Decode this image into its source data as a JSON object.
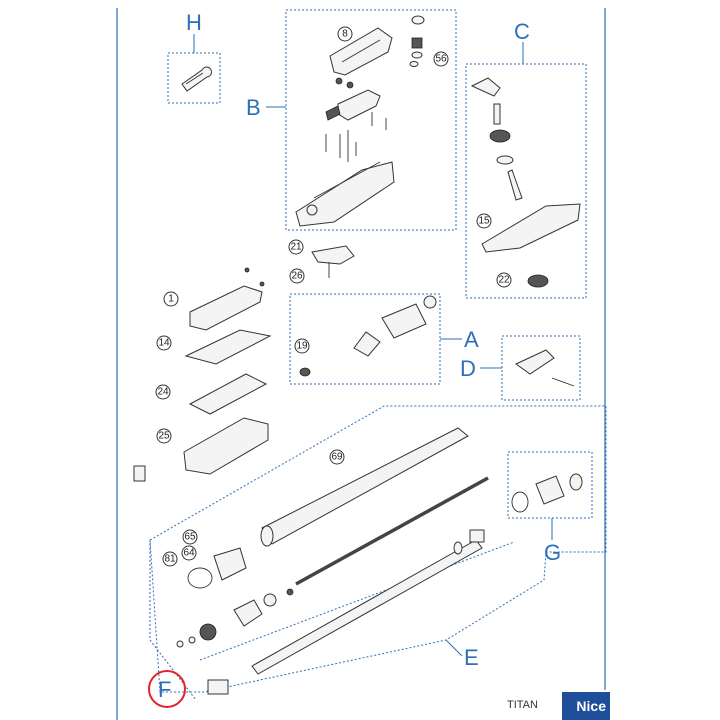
{
  "group_labels": {
    "A": "A",
    "B": "B",
    "C": "C",
    "D": "D",
    "E": "E",
    "F": "F",
    "G": "G",
    "H": "H"
  },
  "part_numbers": {
    "p1": "1",
    "p8": "8",
    "p14": "14",
    "p15": "15",
    "p19": "19",
    "p21": "21",
    "p22": "22",
    "p24": "24",
    "p25": "25",
    "p26": "26",
    "p56": "56",
    "p64": "64",
    "p65": "65",
    "p69": "69",
    "p81": "81"
  },
  "footer": {
    "model": "TITAN",
    "brand": "Nice"
  },
  "colors": {
    "accent_blue": "#2d6fb8",
    "highlight_red": "#e0242a",
    "brand_blue": "#1f4e9a"
  }
}
